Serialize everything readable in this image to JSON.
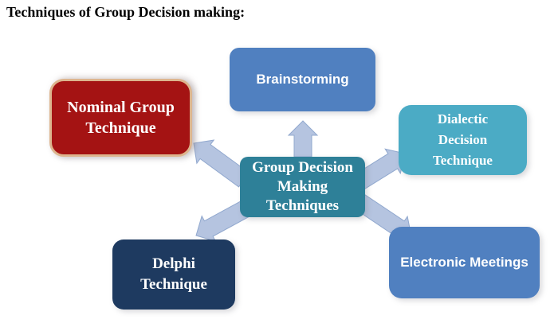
{
  "page": {
    "title": "Techniques of Group Decision making:"
  },
  "diagram": {
    "type": "radial-mindmap",
    "arrow_fill": "#b5c4e0",
    "arrow_stroke": "#91a8ce",
    "center": {
      "label": "Group Decision\nMaking\nTechniques",
      "color": "#2e8098"
    },
    "nodes": [
      {
        "label": "Brainstorming",
        "color": "#5080c0"
      },
      {
        "label": "Nominal Group\nTechnique",
        "color": "#a41313",
        "border_color": "#ddb58e"
      },
      {
        "label": "Dialectic\nDecision\nTechnique",
        "color": "#4babc5"
      },
      {
        "label": "Electronic Meetings",
        "color": "#5080c0"
      },
      {
        "label": "Delphi\nTechnique",
        "color": "#1e3a60"
      }
    ]
  }
}
